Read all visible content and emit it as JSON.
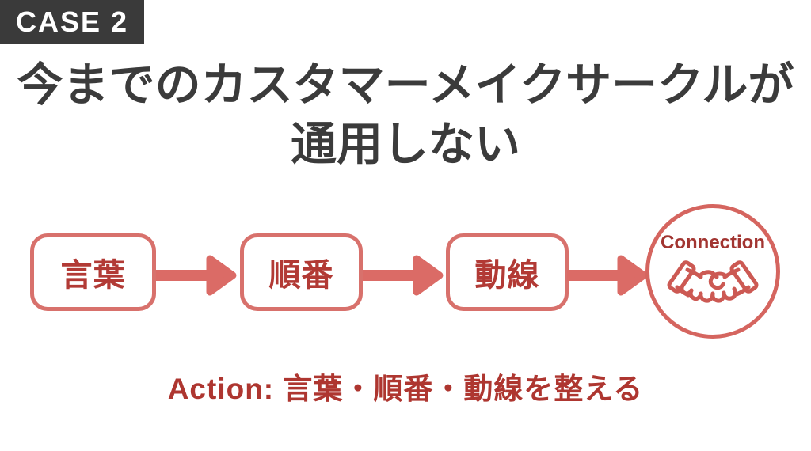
{
  "badge": {
    "label": "CASE 2"
  },
  "title": {
    "line1": "今までのカスタマーメイクサークルが",
    "line2": "通用しない"
  },
  "flow": {
    "steps": [
      {
        "label": "言葉"
      },
      {
        "label": "順番"
      },
      {
        "label": "動線"
      }
    ],
    "arrow_icon": "arrow-right-icon",
    "goal": {
      "label": "Connection",
      "icon": "handshake-icon"
    }
  },
  "action": {
    "text": "Action: 言葉・順番・動線を整える"
  },
  "colors": {
    "coral_border": "#D8716C",
    "coral_arrow": "#DB6B66",
    "circle_border": "#D5655F",
    "step_text_red": "#B23A35",
    "connection_red": "#A23531",
    "action_red": "#AE3630",
    "title_charcoal": "#3B3B3B",
    "badge_background": "#3A3A3A",
    "badge_text": "#FFFFFF",
    "background": "#FFFFFF"
  }
}
